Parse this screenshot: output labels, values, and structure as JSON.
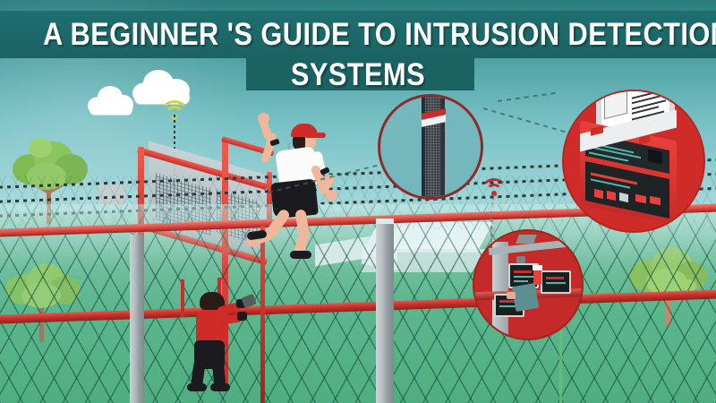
{
  "banner": {
    "title_line1": "A BEGINNER 'S GUIDE TO INTRUSION DETECTION",
    "title_line2": "SYSTEMS",
    "band_color": "#1b6263",
    "title_color": "#ffffff"
  },
  "scene": {
    "name": "perimeter-intrusion-detection-illustration",
    "sky_top_color": "#2a7d7d",
    "sky_bottom_color": "#cfe9ea",
    "ground_color": "#4fae81",
    "fence_rail_color": "#c8322c",
    "post_color": "#b5bcbf",
    "accent_red": "#cf2b28",
    "accent_green": "#c9d64a"
  },
  "elements": {
    "cloud_small": "cloud-icon",
    "cloud_large": "cloud-icon",
    "tree_left": "tree-icon",
    "tree_bottom_left": "tree-icon",
    "tree_right": "tree-icon",
    "wifi_antenna": "wifi-signal-icon",
    "wifi_sensor": "wifi-signal-icon",
    "runner": "running-intruder-figure",
    "climber": "fence-climbing-intruder-figure",
    "building": "building-rooftop",
    "barbed_wire": "barbed-wire",
    "chainlink_fence": "chain-link-fence"
  },
  "callouts": [
    {
      "id": "sensor-post-callout",
      "label": "fiber-optic sensor post",
      "shape": "circle",
      "fill": "#74b8bd",
      "border": "#8e2a2a"
    },
    {
      "id": "control-unit-callout",
      "label": "control unit with monitor",
      "shape": "circle",
      "fill": "#cf2b28"
    },
    {
      "id": "sensor-modules-callout",
      "label": "detection sensor modules",
      "shape": "circle",
      "fill": "#c42a27"
    }
  ]
}
